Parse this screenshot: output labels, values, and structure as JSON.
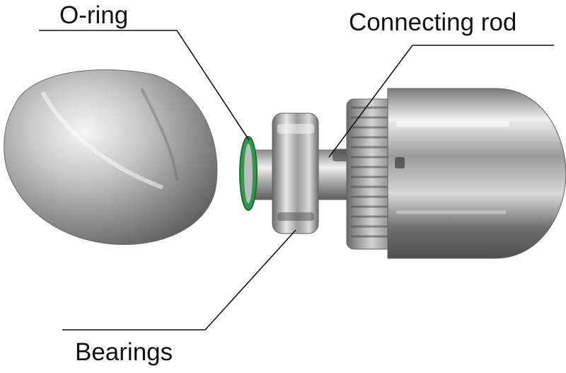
{
  "labels": {
    "o_ring": "O-ring",
    "connecting_rod": "Connecting rod",
    "bearings": "Bearings"
  },
  "colors": {
    "background": "#ffffff",
    "steel_light": "#f4f4f4",
    "steel_mid": "#b9b9b9",
    "steel_dark": "#5a5a5a",
    "o_ring_green": "#2e9a4f",
    "leader_line": "#111111",
    "text": "#111111"
  }
}
